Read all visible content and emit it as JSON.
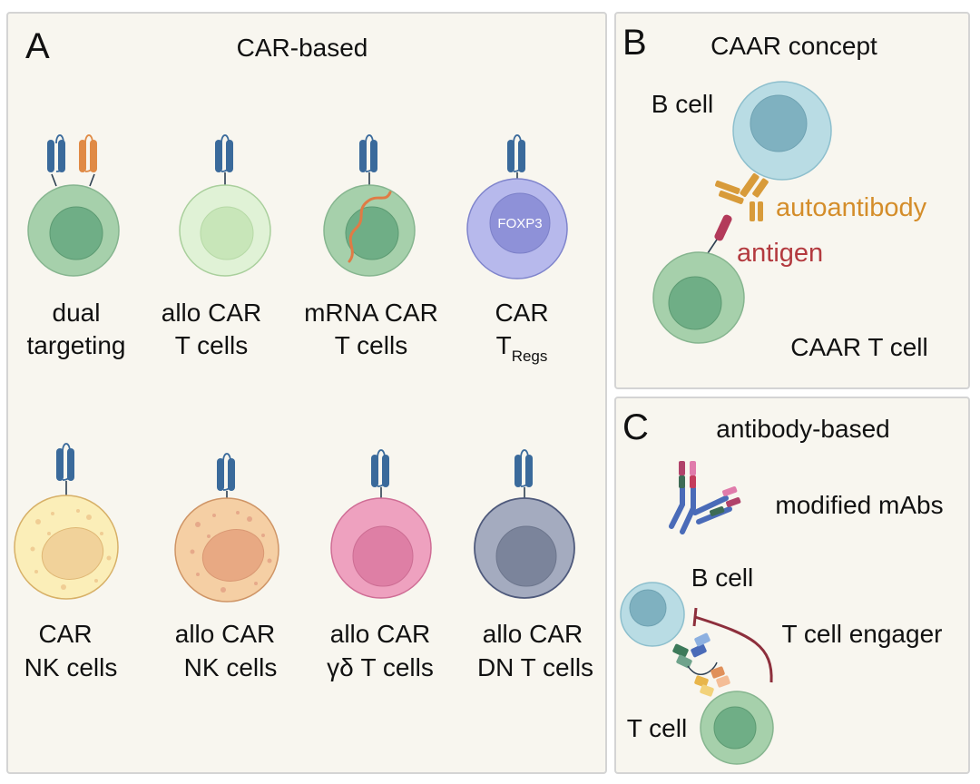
{
  "panel_a": {
    "letter": "A",
    "title": "CAR-based",
    "cells": [
      {
        "line1": "dual",
        "line2": "targeting"
      },
      {
        "line1": "allo CAR",
        "line2": "T cells"
      },
      {
        "line1": "mRNA CAR",
        "line2": "T cells"
      },
      {
        "line1": "CAR",
        "line2_main": "T",
        "line2_sub": "Regs",
        "inner_text": "FOXP3"
      },
      {
        "line1": "CAR",
        "line2": "NK cells"
      },
      {
        "line1": "allo CAR",
        "line2": "NK cells"
      },
      {
        "line1": "allo CAR",
        "line2": "γδ T cells"
      },
      {
        "line1": "allo CAR",
        "line2": "DN T cells"
      }
    ]
  },
  "panel_b": {
    "letter": "B",
    "title": "CAAR concept",
    "b_cell": "B cell",
    "autoantibody": "autoantibody",
    "antigen": "antigen",
    "caar_t_cell": "CAAR T cell"
  },
  "panel_c": {
    "letter": "C",
    "title": "antibody-based",
    "modified_mabs": "modified mAbs",
    "b_cell": "B cell",
    "t_cell_engager": "T cell engager",
    "t_cell": "T cell"
  },
  "colors": {
    "panel_bg": "#f8f6ef",
    "panel_border": "#d4d4d4",
    "receptor_blue": "#3a6a9b",
    "receptor_orange": "#e08a45",
    "green_cell": "#a6d0ab",
    "green_nucleus": "#6fae86",
    "light_green_cell": "#e0f2d6",
    "treg_cell": "#b7b9ec",
    "nk_cell": "#fbeeb8",
    "allo_nk_cell": "#f5cfa4",
    "gd_cell": "#eea1bf",
    "dn_cell": "#a4abbf",
    "b_cell": "#b9dce4",
    "autoantibody": "#d89b3a",
    "antigen": "#b33a5a",
    "engager_line": "#8d2f3c"
  }
}
